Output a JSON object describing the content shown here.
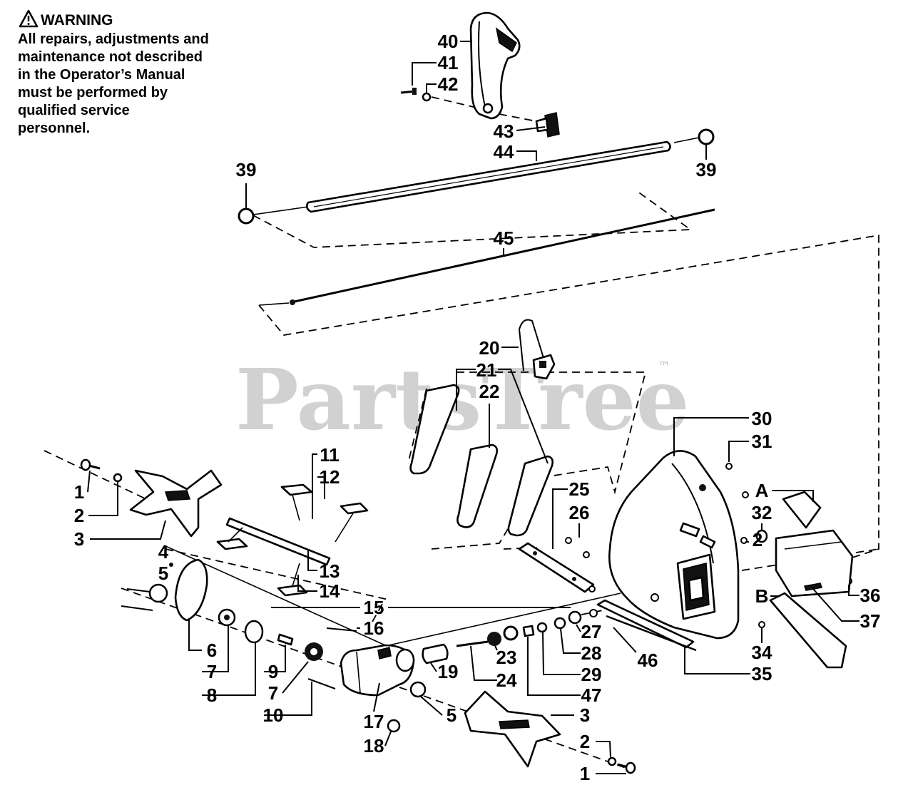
{
  "warning": {
    "title": "WARNING",
    "lines": [
      "All repairs, adjustments and",
      "maintenance not described",
      "in the Operator’s Manual",
      "must be performed by",
      "qualified service",
      "personnel."
    ]
  },
  "watermark": {
    "text": "PartsTree",
    "trademark": "™"
  },
  "callouts": [
    "40",
    "41",
    "42",
    "43",
    "44",
    "39",
    "39",
    "45",
    "20",
    "21",
    "22",
    "30",
    "31",
    "25",
    "26",
    "A",
    "32",
    "2",
    "11",
    "12",
    "1",
    "2",
    "3",
    "4",
    "5",
    "13",
    "14",
    "15",
    "16",
    "27",
    "28",
    "29",
    "47",
    "46",
    "34",
    "35",
    "B",
    "36",
    "37",
    "6",
    "7",
    "8",
    "9",
    "7",
    "10",
    "17",
    "18",
    "19",
    "23",
    "24",
    "3",
    "5",
    "2",
    "1"
  ]
}
